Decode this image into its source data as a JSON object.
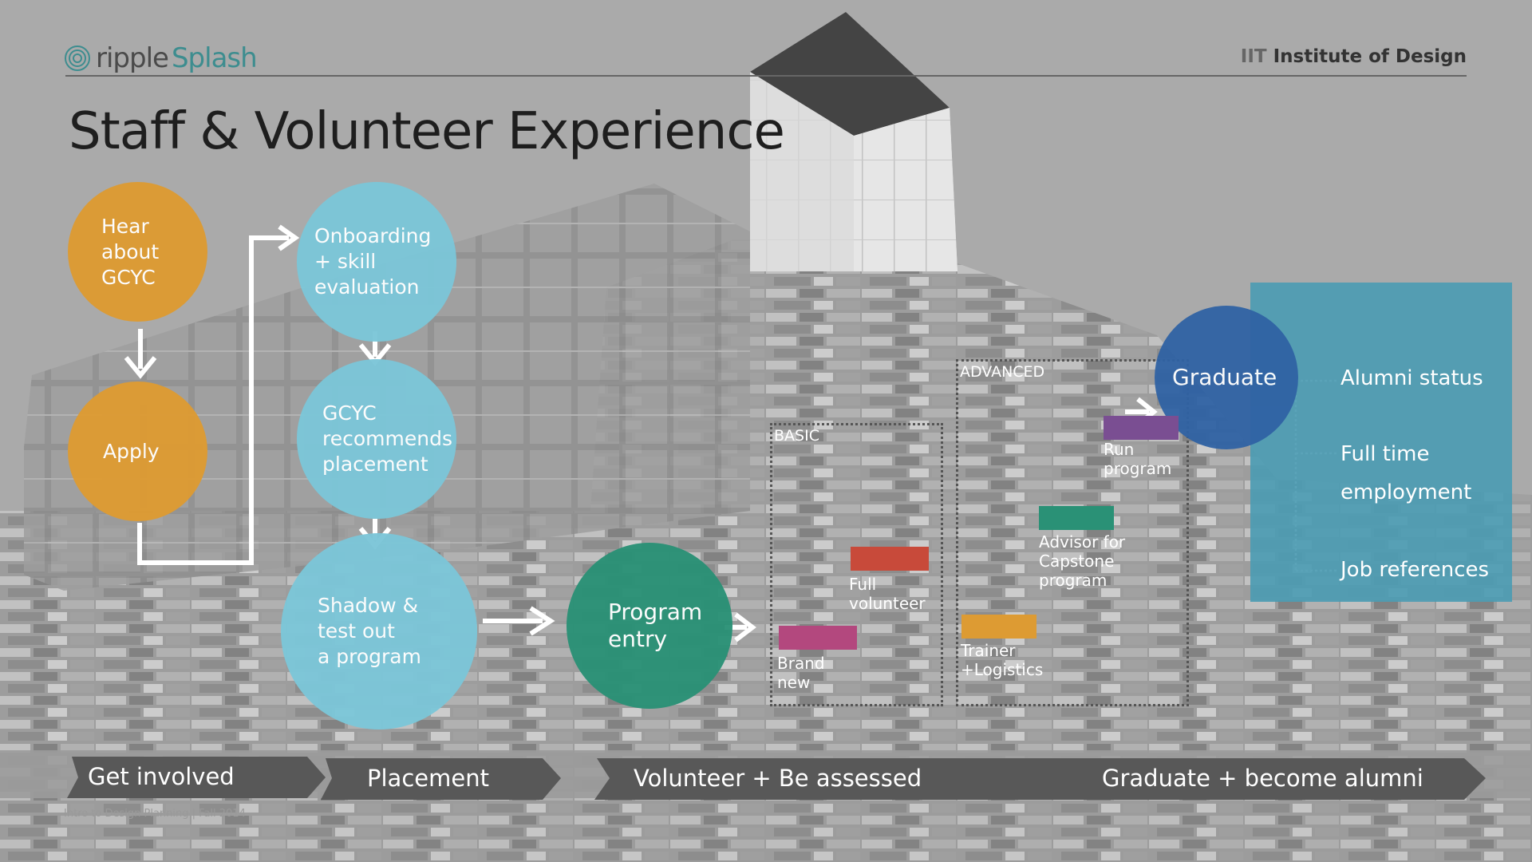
{
  "header": {
    "logo_part1": "ripple",
    "logo_part2": "Splash",
    "org_prefix": "IIT",
    "org_name": "Institute of Design",
    "title": "Staff & Volunteer Experience"
  },
  "flow": {
    "hear": "Hear\nabout\nGCYC",
    "apply": "Apply",
    "onboarding": "Onboarding\n+ skill\nevaluation",
    "recommends": "GCYC\nrecommends\nplacement",
    "shadow": "Shadow &\ntest out\na program",
    "program_entry": "Program\nentry",
    "graduate": "Graduate"
  },
  "regions": {
    "basic": "BASIC",
    "advanced": "ADVANCED"
  },
  "milestones": [
    {
      "label": "Brand\nnew",
      "color": "#b3487e"
    },
    {
      "label": "Full\nvolunteer",
      "color": "#c84a3a"
    },
    {
      "label": "Trainer\n+Logistics",
      "color": "#dd9b33"
    },
    {
      "label": "Advisor for\nCapstone\nprogram",
      "color": "#2a9176"
    },
    {
      "label": "Run\nprogram",
      "color": "#7a4e92"
    }
  ],
  "outcomes": {
    "alumni_status": "Alumni status",
    "full_time": "Full time\nemployment",
    "job_references": "Job references"
  },
  "stages": {
    "get_involved": "Get involved",
    "placement": "Placement",
    "volunteer": "Volunteer + Be assessed",
    "graduate": "Graduate + become alumni"
  },
  "footer": "Intro to Design Planning | Fall 2014",
  "colors": {
    "orange": "#dd9b33",
    "cyan": "#7cc6d8",
    "green": "#2a9176",
    "navy": "#2f62a4",
    "teal_panel": "#4d9cb3",
    "stage_bar": "#585858"
  }
}
